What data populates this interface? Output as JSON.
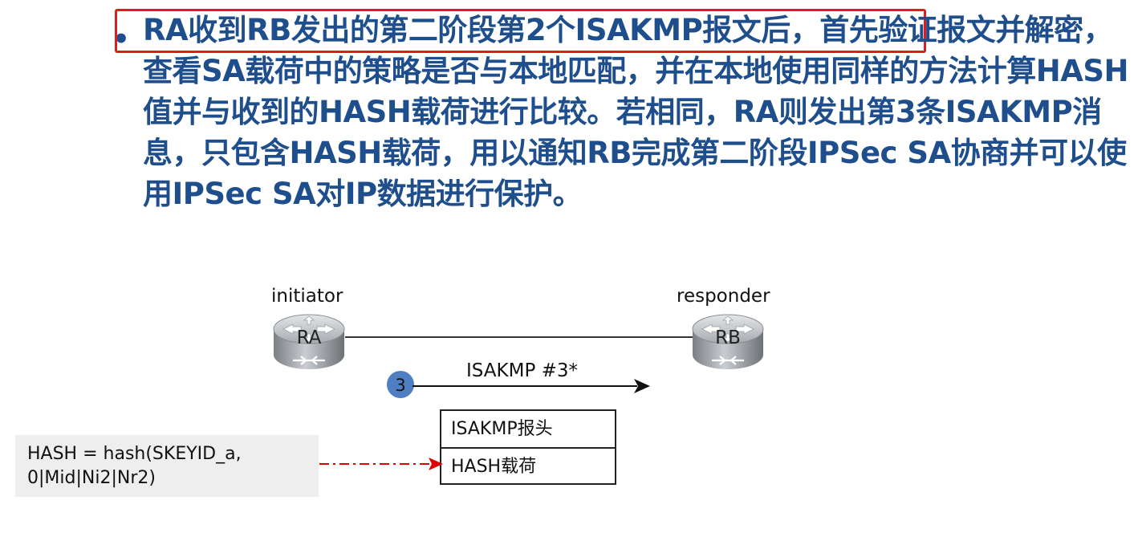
{
  "colors": {
    "text_blue": "#1F4E8C",
    "highlight_red": "#E31B1B",
    "circle_blue": "#4F7EC2",
    "hash_box_bg": "#EEEEEE",
    "arrow_red": "#E00000"
  },
  "bullet": {
    "marker": "•",
    "highlighted_text": "RA收到RB发出的第二阶段第2个ISAKMP报文后",
    "rest_text": "，首先验证报文并解密，查看SA载荷中的策略是否与本地匹配，并在本地使用同样的方法计算HASH值并与收到的HASH载荷进行比较。若相同，RA则发出第3条ISAKMP消息，只包含HASH载荷，用以通知RB完成第二阶段IPSec SA协商并可以使用IPSec SA对IP数据进行保护。"
  },
  "diagram": {
    "initiator_label": "initiator",
    "responder_label": "responder",
    "router_a": {
      "name": "RA",
      "icon": "router-icon"
    },
    "router_b": {
      "name": "RB",
      "icon": "router-icon"
    },
    "step_number": "3",
    "message_label": "ISAKMP #3*",
    "packet": {
      "header_row": "ISAKMP报头",
      "payload_row": "HASH载荷"
    },
    "hash_formula": {
      "line1": "HASH = hash(SKEYID_a,",
      "line2": "0|Mid|Ni2|Nr2)"
    }
  }
}
